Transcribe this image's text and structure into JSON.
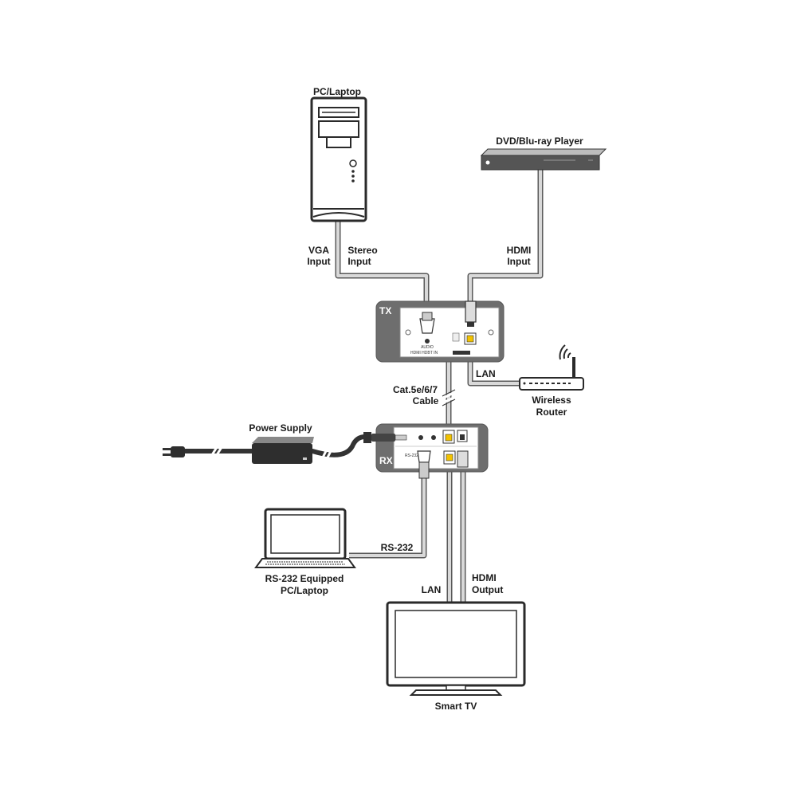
{
  "devices": {
    "pc": "PC/Laptop",
    "dvd": "DVD/Blu-ray Player",
    "tx": "TX",
    "rx": "RX",
    "router_line1": "Wireless",
    "router_line2": "Router",
    "power": "Power Supply",
    "laptop_line1": "RS-232 Equipped",
    "laptop_line2": "PC/Laptop",
    "tv": "Smart TV"
  },
  "connections": {
    "vga_line1": "VGA",
    "vga_line2": "Input",
    "stereo_line1": "Stereo",
    "stereo_line2": "Input",
    "hdmi_in_line1": "HDMI",
    "hdmi_in_line2": "Input",
    "lan_tx": "LAN",
    "cat_line1": "Cat.5e/6/7",
    "cat_line2": "Cable",
    "rs232": "RS-232",
    "lan_rx": "LAN",
    "hdmi_out_line1": "HDMI",
    "hdmi_out_line2": "Output"
  }
}
